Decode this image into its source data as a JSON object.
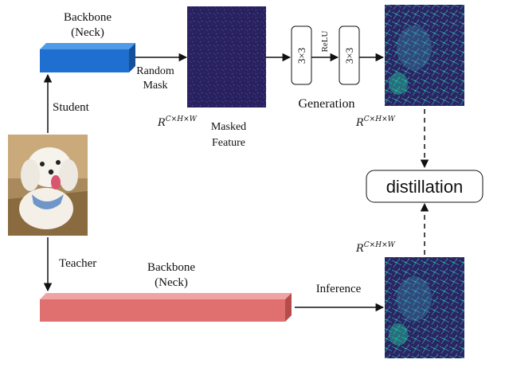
{
  "student_backbone": {
    "title_line1": "Backbone",
    "title_line2": "(Neck)"
  },
  "teacher_backbone": {
    "title_line1": "Backbone",
    "title_line2": "(Neck)"
  },
  "labels": {
    "student": "Student",
    "teacher": "Teacher",
    "random_mask_line1": "Random",
    "random_mask_line2": "Mask",
    "masked_feature_line1": "Masked",
    "masked_feature_line2": "Feature",
    "generation": "Generation",
    "relu": "ReLU",
    "conv1": "3×3",
    "conv2": "3×3",
    "inference": "Inference",
    "distillation": "distillation",
    "dim_masked": "R",
    "dim_generated": "R",
    "dim_teacher": "R",
    "dim_sup": "C×H×W"
  },
  "colors": {
    "student_block_front": "#1f6fd0",
    "student_block_top": "#4f9be8",
    "student_block_side": "#15509b",
    "teacher_block_front": "#e07070",
    "teacher_block_top": "#f0a3a3",
    "teacher_block_side": "#b64b4b",
    "feature_bg": "#2a1f5c",
    "feature_highlight": "#27c9a0"
  },
  "icons": {
    "input_image": "poodle-dog-photo"
  }
}
